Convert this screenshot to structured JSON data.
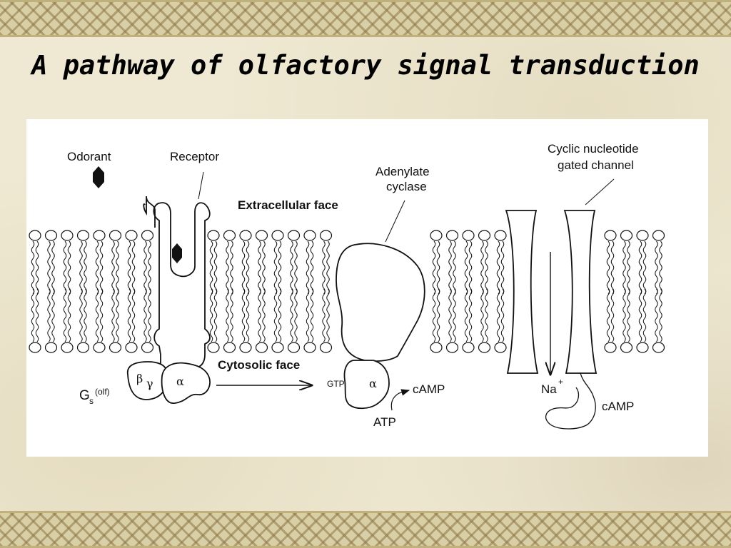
{
  "slide": {
    "title": "A pathway of olfactory signal transduction"
  },
  "diagram": {
    "labels": {
      "odorant": "Odorant",
      "receptor": "Receptor",
      "extracellular_face": "Extracellular face",
      "cytosolic_face": "Cytosolic face",
      "adenylate_cyclase_line1": "Adenylate",
      "adenylate_cyclase_line2": "cyclase",
      "channel_line1": "Cyclic nucleotide",
      "channel_line2": "gated channel",
      "g_protein_main": "G",
      "g_protein_sub": "s",
      "g_protein_sup": "(olf)",
      "beta": "β",
      "gamma": "γ",
      "alpha_g": "α",
      "gtp": "GTP",
      "alpha_ac": "α",
      "camp_product": "cAMP",
      "atp": "ATP",
      "sodium": "Na",
      "sodium_charge": "+",
      "camp_bound": "cAMP"
    },
    "colors": {
      "ink": "#111111",
      "paper": "#ffffff"
    }
  }
}
